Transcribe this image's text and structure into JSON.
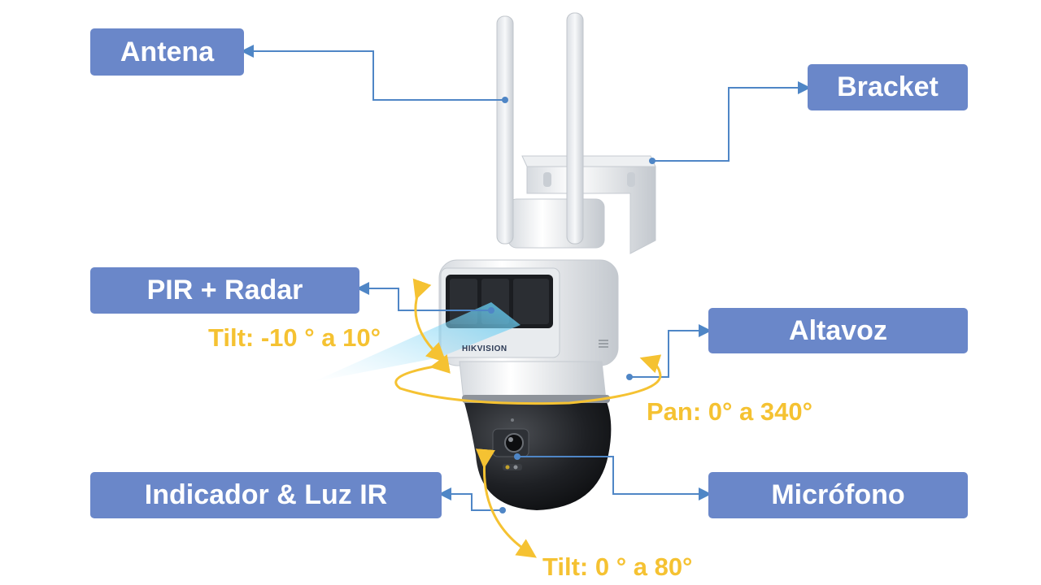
{
  "colors": {
    "label_bg": "#6A87C9",
    "label_text": "#FFFFFF",
    "leader_line": "#4F86C6",
    "motion_arrow": "#F5C232"
  },
  "labels": {
    "antena": "Antena",
    "bracket": "Bracket",
    "pir_radar": "PIR + Radar",
    "altavoz": "Altavoz",
    "indicador_luz_ir": "Indicador & Luz IR",
    "microfono": "Micrófono"
  },
  "annotations": {
    "tilt_upper": "Tilt: -10 ° a 10°",
    "pan": "Pan: 0° a 340°",
    "tilt_lower": "Tilt: 0 ° a 80°"
  },
  "brand": "HIKVISION"
}
